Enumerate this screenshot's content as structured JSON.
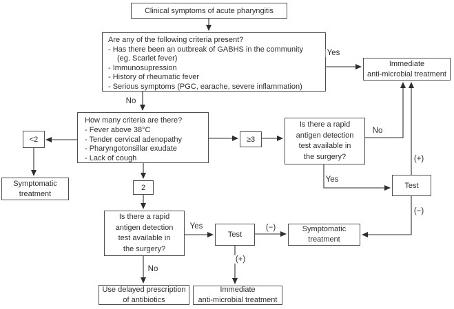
{
  "colors": {
    "background": "#ffffff",
    "box_border": "#4f4f4f",
    "line": "#2e2e2e",
    "text": "#2e2e2e"
  },
  "nodes": {
    "clinical": {
      "text": "Clinical symptoms of acute pharyngitis"
    },
    "criteria": {
      "lines": [
        "Are any of the following criteria present?",
        "- Has there been an outbreak of GABHS in the community",
        "(eg. Scarlet fever)",
        "- Immunosupression",
        "- History of rheumatic fever",
        "- Serious symptoms (PGC, earache, severe inflammation)"
      ]
    },
    "immediate_top": {
      "lines": [
        "Immediate",
        "anti-microbial treatment"
      ]
    },
    "how_many": {
      "lines": [
        "How many criteria are there?",
        "- Fever above 38°C",
        "- Tender cervical adenopathy",
        "- Pharyngotonsillar exudate",
        "- Lack of cough"
      ]
    },
    "lt2": {
      "text": "<2"
    },
    "symptomatic_left": {
      "lines": [
        "Symptomatic",
        "treatment"
      ]
    },
    "ge3": {
      "text": "≥3"
    },
    "rapid_right": {
      "lines": [
        "Is there a rapid",
        "antigen detection",
        "test available in",
        "the surgery?"
      ]
    },
    "test_right": {
      "text": "Test"
    },
    "two": {
      "text": "2"
    },
    "rapid_mid": {
      "lines": [
        "Is there a rapid",
        "antigen detection",
        "test available in",
        "the surgery?"
      ]
    },
    "test_mid": {
      "text": "Test"
    },
    "symptomatic_mid": {
      "lines": [
        "Symptomatic",
        "treatment"
      ]
    },
    "delayed": {
      "lines": [
        "Use delayed prescription",
        "of antibiotics"
      ]
    },
    "immediate_bottom": {
      "lines": [
        "Immediate",
        "anti-microbial treatment"
      ]
    }
  },
  "edges": [
    {
      "from": "clinical",
      "to": "criteria",
      "label": ""
    },
    {
      "from": "criteria",
      "to": "immediate_top",
      "label": "Yes"
    },
    {
      "from": "criteria",
      "to": "how_many",
      "label": "No"
    },
    {
      "from": "how_many",
      "to": "lt2",
      "label": ""
    },
    {
      "from": "lt2",
      "to": "symptomatic_left",
      "label": ""
    },
    {
      "from": "how_many",
      "to": "ge3",
      "label": ""
    },
    {
      "from": "ge3",
      "to": "rapid_right",
      "label": ""
    },
    {
      "from": "how_many",
      "to": "two",
      "label": ""
    },
    {
      "from": "two",
      "to": "rapid_mid",
      "label": ""
    },
    {
      "from": "rapid_right",
      "to": "immediate_top",
      "label": "No"
    },
    {
      "from": "rapid_right",
      "to": "test_right",
      "label": "Yes"
    },
    {
      "from": "test_right",
      "to": "immediate_top",
      "label": "(+)"
    },
    {
      "from": "test_right",
      "to": "symptomatic_mid",
      "label": "(−)"
    },
    {
      "from": "rapid_mid",
      "to": "test_mid",
      "label": "Yes"
    },
    {
      "from": "rapid_mid",
      "to": "delayed",
      "label": "No"
    },
    {
      "from": "test_mid",
      "to": "symptomatic_mid",
      "label": "(−)"
    },
    {
      "from": "test_mid",
      "to": "immediate_bottom",
      "label": "(+)"
    }
  ]
}
